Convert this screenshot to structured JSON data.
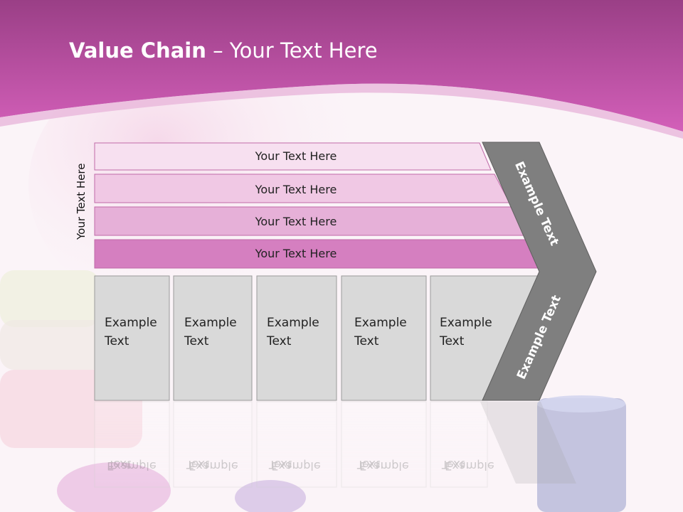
{
  "slide": {
    "title_bold": "Value Chain",
    "title_rest": " – Your Text Here",
    "vertical_label": "Your Text Here",
    "bars": [
      {
        "label": "Your Text Here"
      },
      {
        "label": "Your Text Here"
      },
      {
        "label": "Your Text Here"
      },
      {
        "label": "Your Text Here"
      }
    ],
    "boxes": [
      {
        "line1": "Example",
        "line2": "Text"
      },
      {
        "line1": "Example",
        "line2": "Text"
      },
      {
        "line1": "Example",
        "line2": "Text"
      },
      {
        "line1": "Example",
        "line2": "Text"
      },
      {
        "line1": "Example",
        "line2": "Text"
      }
    ],
    "arrow_upper_text": "Example Text",
    "arrow_lower_text": "Example Text"
  },
  "colors": {
    "header": "#c44fa8",
    "bar1": "#f7e0f0",
    "bar2": "#f0c8e4",
    "bar3": "#e6b0d8",
    "bar4": "#d57fc0",
    "box": "#d9d9d9",
    "arrow": "#7f7f7f"
  }
}
